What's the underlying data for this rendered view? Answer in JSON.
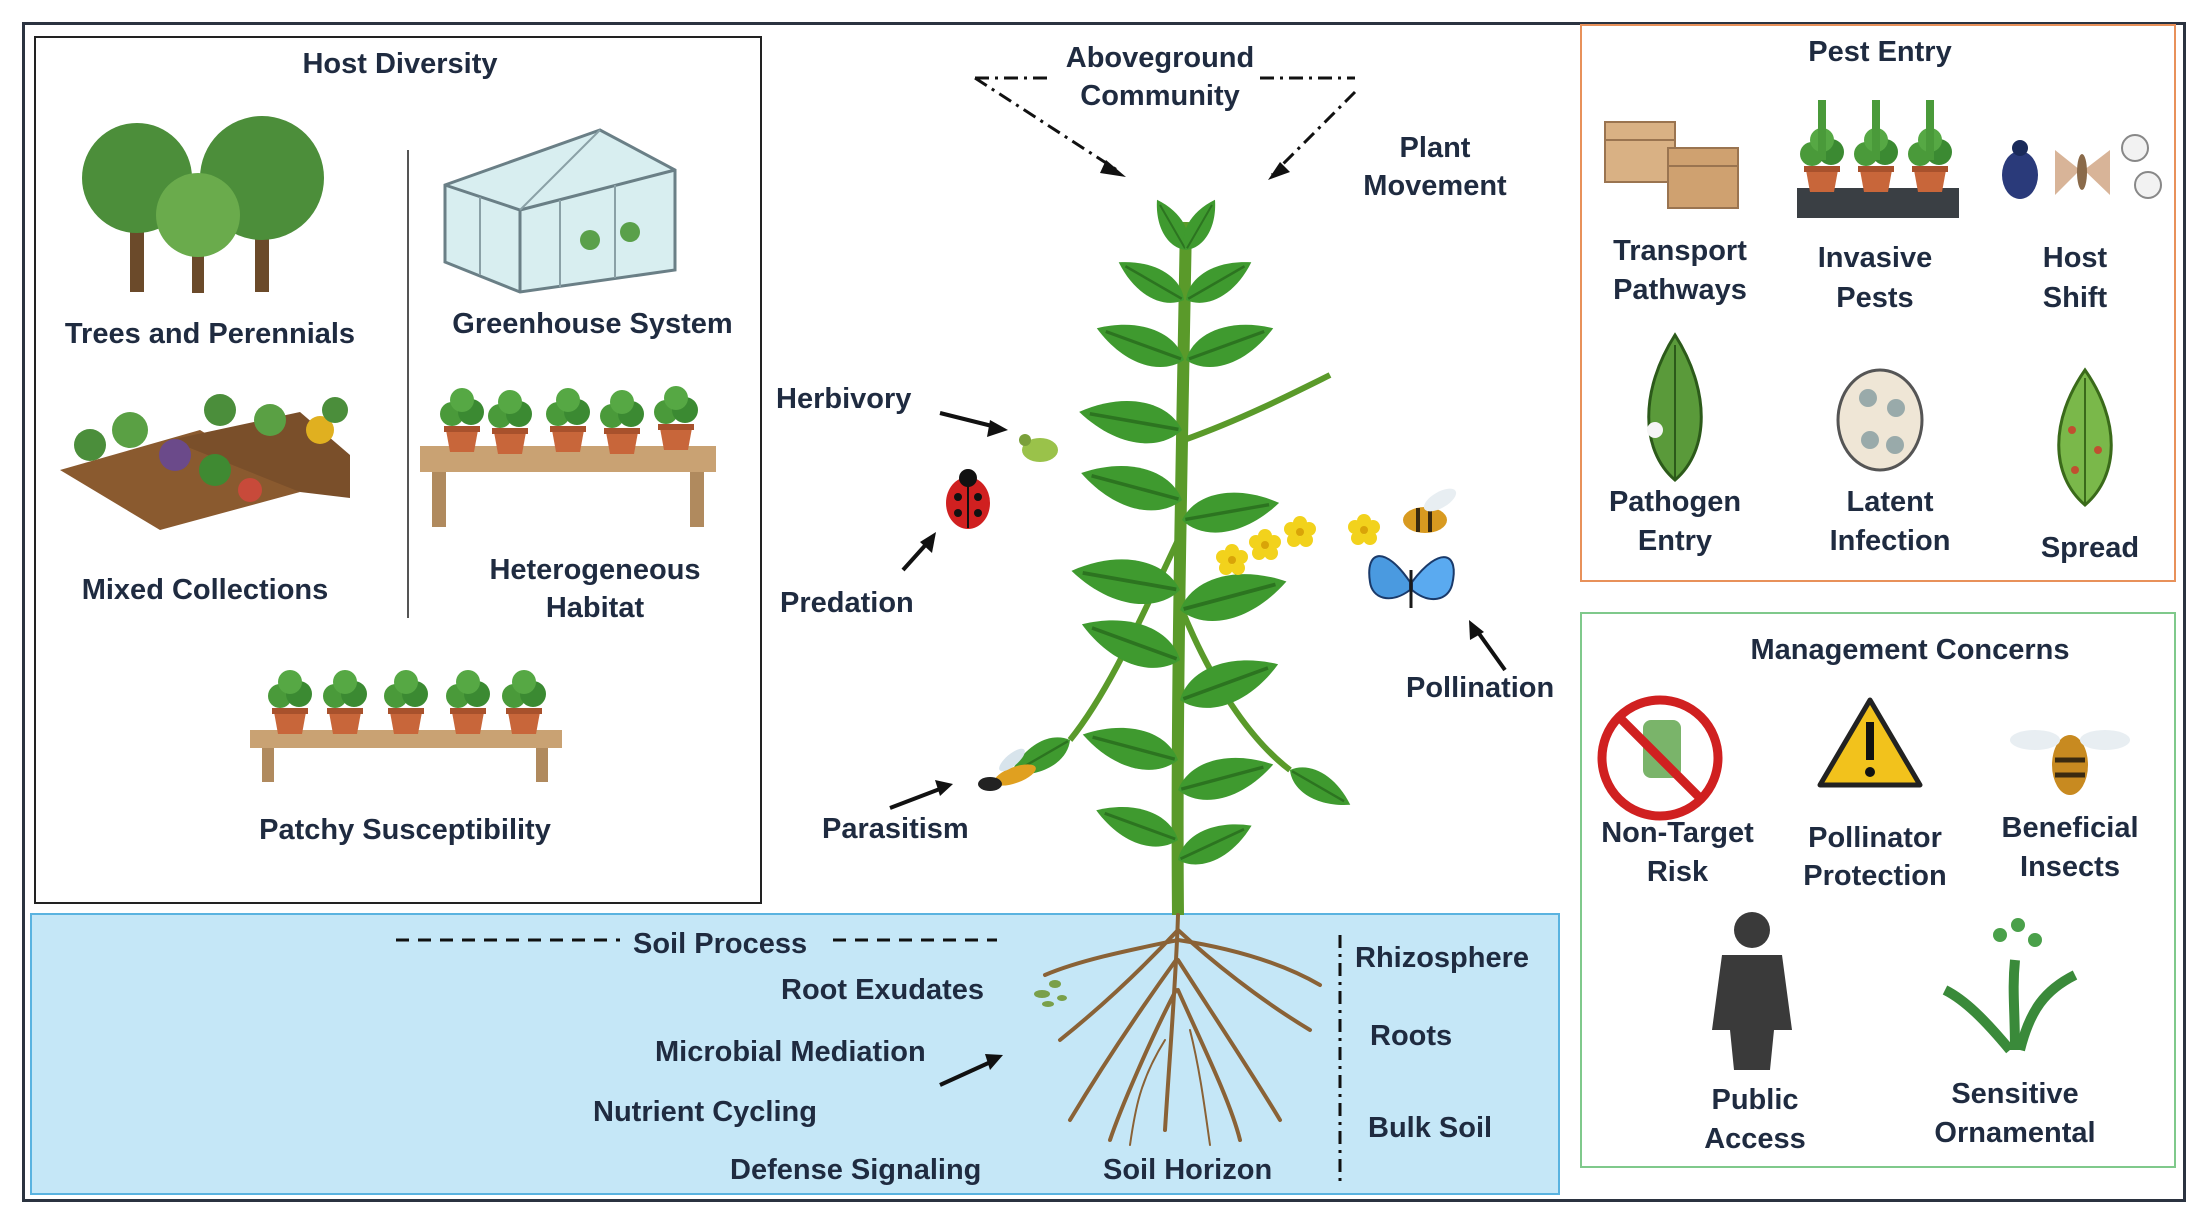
{
  "colors": {
    "frame": "#2b3340",
    "host_border": "#222222",
    "pest_border": "#e8915a",
    "mgmt_border": "#7fc98b",
    "soil_fill": "#c5e7f7",
    "soil_border": "#5ab3e0",
    "text": "#1f2b40",
    "leaf": "#3f9a2f",
    "stem": "#5a9a2a",
    "root": "#8a6236"
  },
  "host_diversity": {
    "title": "Host Diversity",
    "trees": "Trees and Perennials",
    "greenhouse": "Greenhouse System",
    "mixed": "Mixed Collections",
    "heterogeneous": [
      "Heterogeneous",
      "Habitat"
    ],
    "patchy": "Patchy Susceptibility"
  },
  "center": {
    "aboveground": [
      "Aboveground",
      "Community"
    ],
    "plant_movement": [
      "Plant",
      "Movement"
    ],
    "herbivory": "Herbivory",
    "predation": "Predation",
    "parasitism": "Parasitism",
    "pollination": "Pollination"
  },
  "pest_entry": {
    "title": "Pest Entry",
    "transport": [
      "Transport",
      "Pathways"
    ],
    "invasive": [
      "Invasive",
      "Pests"
    ],
    "host_shift": [
      "Host",
      "Shift"
    ],
    "pathogen": [
      "Pathogen",
      "Entry"
    ],
    "latent": [
      "Latent",
      "Infection"
    ],
    "spread": "Spread"
  },
  "management": {
    "title": "Management Concerns",
    "non_target": [
      "Non-Target",
      "Risk"
    ],
    "pollinator": [
      "Pollinator",
      "Protection"
    ],
    "beneficial": [
      "Beneficial",
      "Insects"
    ],
    "public": [
      "Public",
      "Access"
    ],
    "sensitive": [
      "Sensitive",
      "Ornamental"
    ]
  },
  "soil": {
    "process": "Soil Process",
    "root_exudates": "Root Exudates",
    "microbial": "Microbial Mediation",
    "nutrient": "Nutrient Cycling",
    "defense": "Defense Signaling",
    "horizon": "Soil Horizon",
    "rhizosphere": "Rhizosphere",
    "roots": "Roots",
    "bulk_soil": "Bulk Soil"
  },
  "icons": [
    "trees-icon",
    "greenhouse-icon",
    "mixed-beds-icon",
    "potted-bench-icon",
    "seedling-bench-icon",
    "tomato-plant-icon",
    "ladybug-icon",
    "aphid-icon",
    "wasp-icon",
    "bee-icon",
    "butterfly-icon",
    "boxes-icon",
    "seedling-tray-icon",
    "beetle-icon",
    "moth-icon",
    "spore-icon",
    "diseased-leaf-icon",
    "petri-dish-icon",
    "spotted-leaf-icon",
    "no-spray-icon",
    "warning-icon",
    "person-icon",
    "ornamental-plant-icon",
    "roots-icon"
  ]
}
